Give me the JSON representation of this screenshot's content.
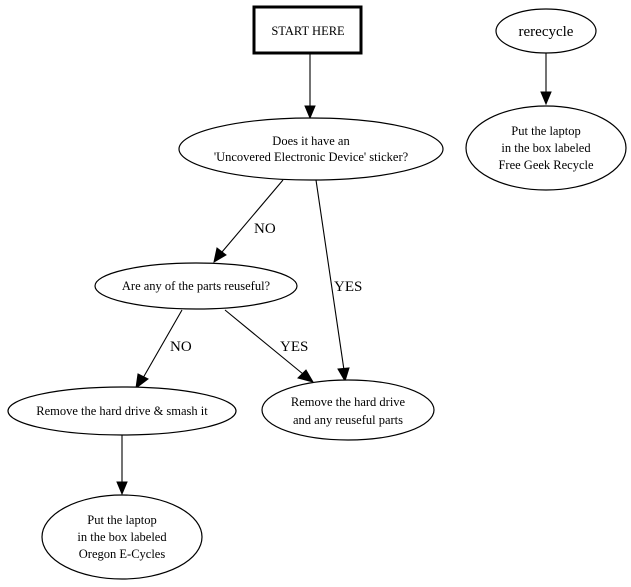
{
  "nodes": {
    "start": {
      "lines": [
        "START HERE"
      ]
    },
    "sticker_question": {
      "lines": [
        "Does it have an",
        "'Uncovered Electronic Device' sticker?"
      ]
    },
    "parts_question": {
      "lines": [
        "Are any of the parts reuseful?"
      ]
    },
    "smash_drive": {
      "lines": [
        "Remove the hard drive & smash it"
      ]
    },
    "remove_parts": {
      "lines": [
        "Remove the hard drive",
        "and any reuseful parts"
      ]
    },
    "oregon_ecycles": {
      "lines": [
        "Put the laptop",
        "in the box labeled",
        "Oregon E-Cycles"
      ]
    },
    "rerecycle": {
      "lines": [
        "rerecycle"
      ]
    },
    "free_geek": {
      "lines": [
        "Put the laptop",
        "in the box labeled",
        "Free Geek Recycle"
      ]
    }
  },
  "edge_labels": {
    "sticker_no": "NO",
    "sticker_yes": "YES",
    "parts_no": "NO",
    "parts_yes": "YES"
  }
}
